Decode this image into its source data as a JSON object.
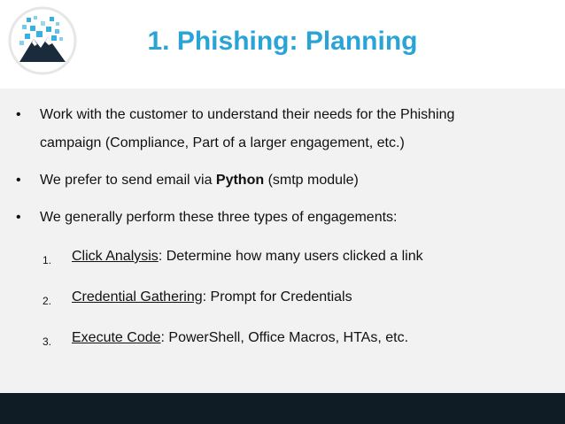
{
  "slide": {
    "title": "1. Phishing: Planning",
    "bullets": [
      {
        "marker": "•",
        "text_line1": "Work with the customer to understand their needs for the Phishing",
        "text_line2": "campaign (Compliance, Part of a larger engagement, etc.)"
      },
      {
        "marker": "•",
        "text_before": "We prefer to send email via ",
        "text_bold": "Python",
        "text_after": " (smtp module)"
      },
      {
        "marker": "•",
        "text": "We generally perform these three types of engagements:"
      }
    ],
    "numbered": [
      {
        "number": "1.",
        "term": "Click Analysis",
        "desc": ": Determine how many users clicked a link"
      },
      {
        "number": "2.",
        "term": "Credential Gathering",
        "desc": ": Prompt for Credentials"
      },
      {
        "number": "3.",
        "term": "Execute Code",
        "desc": ": PowerShell, Office Macros, HTAs, etc."
      }
    ]
  },
  "colors": {
    "title": "#2aa3d6",
    "content_bg": "#f2f2f2",
    "footer_bg": "#101c25",
    "logo_ring": "#e6e6e6",
    "logo_mountain": "#1a2b3c",
    "logo_pixels": "#3ab0e0"
  },
  "logo": {
    "icon": "mountain-pixel-logo"
  }
}
